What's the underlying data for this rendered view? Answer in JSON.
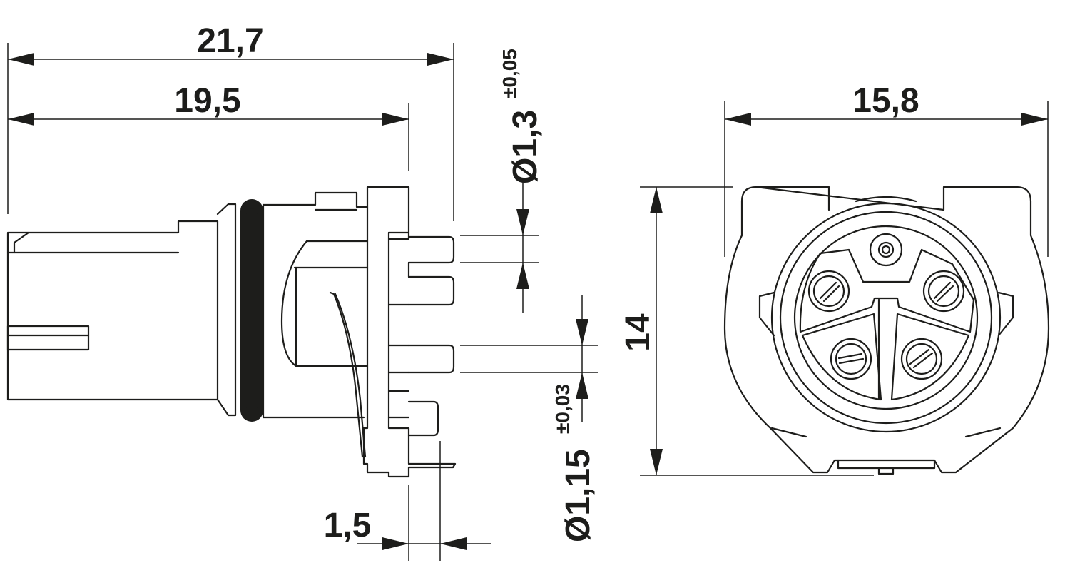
{
  "dimensions": {
    "overall_length": "21,7",
    "body_length": "19,5",
    "width_front": "15,8",
    "height_front": "14",
    "pin_offset": "1,5",
    "pin_dia_large": {
      "value": "Ø1,3",
      "tolerance": "±0,05"
    },
    "pin_dia_small": {
      "value": "Ø1,15",
      "tolerance": "±0,03"
    }
  },
  "colors": {
    "line": "#1d1d1b",
    "background": "#ffffff"
  }
}
